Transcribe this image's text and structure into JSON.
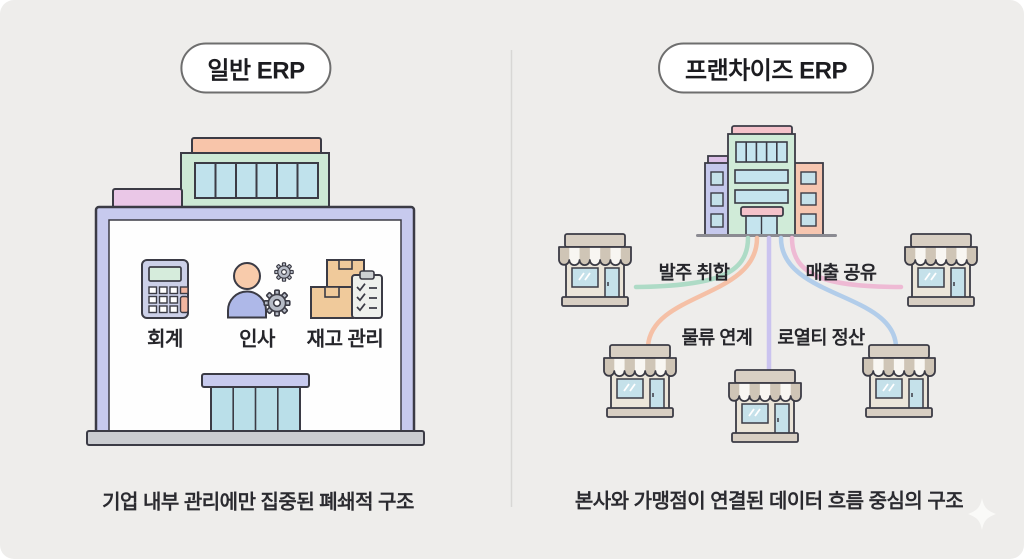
{
  "page": {
    "background_color": "#eeedeb",
    "outline_color": "#3b3b45",
    "divider_color": "#d8d7d5"
  },
  "left_panel": {
    "title": "일반 ERP",
    "caption": "기업 내부 관리에만 집중된 폐쇄적 구조",
    "building_icon": "office-building-icon",
    "modules": [
      {
        "icon": "calculator-icon",
        "label": "회계"
      },
      {
        "icon": "person-gears-icon",
        "label": "인사"
      },
      {
        "icon": "boxes-clipboard-icon",
        "label": "재고 관리"
      }
    ]
  },
  "right_panel": {
    "title": "프랜차이즈 ERP",
    "caption": "본사와 가맹점이 연결된 데이터 흐름 중심의 구조",
    "hub_icon": "headquarters-building-icon",
    "stores": [
      {
        "icon": "storefront-icon",
        "position": "top-left"
      },
      {
        "icon": "storefront-icon",
        "position": "top-right"
      },
      {
        "icon": "storefront-icon",
        "position": "bottom-left"
      },
      {
        "icon": "storefront-icon",
        "position": "bottom-center"
      },
      {
        "icon": "storefront-icon",
        "position": "bottom-right"
      }
    ],
    "connections": [
      {
        "label": "발주 취합",
        "line_color": "#aedbc6",
        "target": "top-left"
      },
      {
        "label": "매출 공유",
        "line_color": "#eebad4",
        "target": "top-right"
      },
      {
        "label": "물류 연계",
        "line_color": "#f5c0a6",
        "target": "bottom-left"
      },
      {
        "label": "로열티 정산",
        "line_color": "#b2cdea",
        "target": "bottom-right"
      },
      {
        "label": "",
        "line_color": "#cac3ef",
        "target": "bottom-center"
      }
    ],
    "sparkle_icon": "sparkle-icon"
  }
}
